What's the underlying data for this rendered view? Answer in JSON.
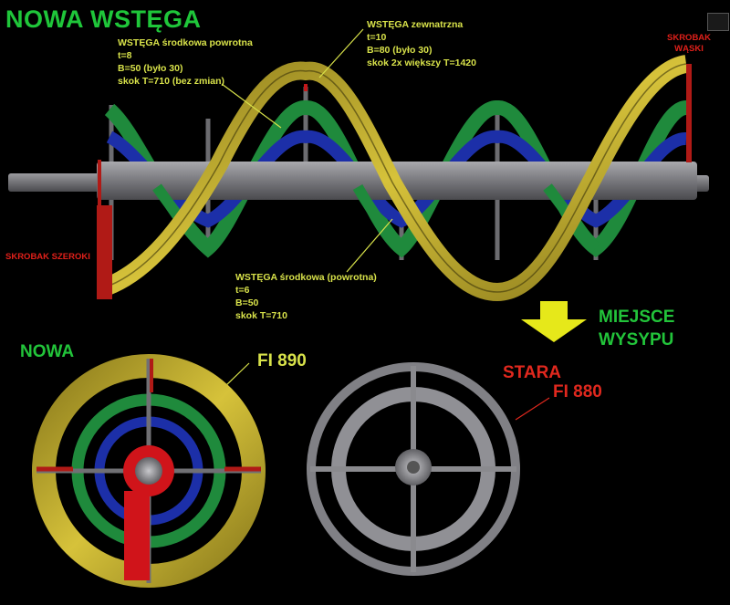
{
  "title": "NOWA WSTĘGA",
  "callouts": {
    "middle_return_top": [
      "WSTĘGA środkowa  powrotna",
      "t=8",
      "B=50 (było 30)",
      "skok T=710 (bez zmian)"
    ],
    "outer": [
      "WSTĘGA zewnatrzna",
      "t=10",
      "B=80 (było 30)",
      "skok 2x większy T=1420"
    ],
    "middle_return_bottom": [
      "WSTĘGA środkowa (powrotna)",
      "t=6",
      "B=50",
      "skok T=710"
    ]
  },
  "scraper_narrow": [
    "SKROBAK",
    "WĄSKI"
  ],
  "scraper_wide": "SKROBAK SZEROKI",
  "discharge": [
    "MIEJSCE",
    "WYSYPU"
  ],
  "new_label": "NOWA",
  "new_diameter": "FI 890",
  "old_label": "STARA",
  "old_diameter": "FI 880",
  "colors": {
    "outer_ribbon": "#b9a62a",
    "middle_ribbon": "#1f8a3c",
    "inner_ribbon": "#1c2fa8",
    "shaft": "#808083",
    "scraper": "#b01a16",
    "arrow": "#e6e81a"
  }
}
